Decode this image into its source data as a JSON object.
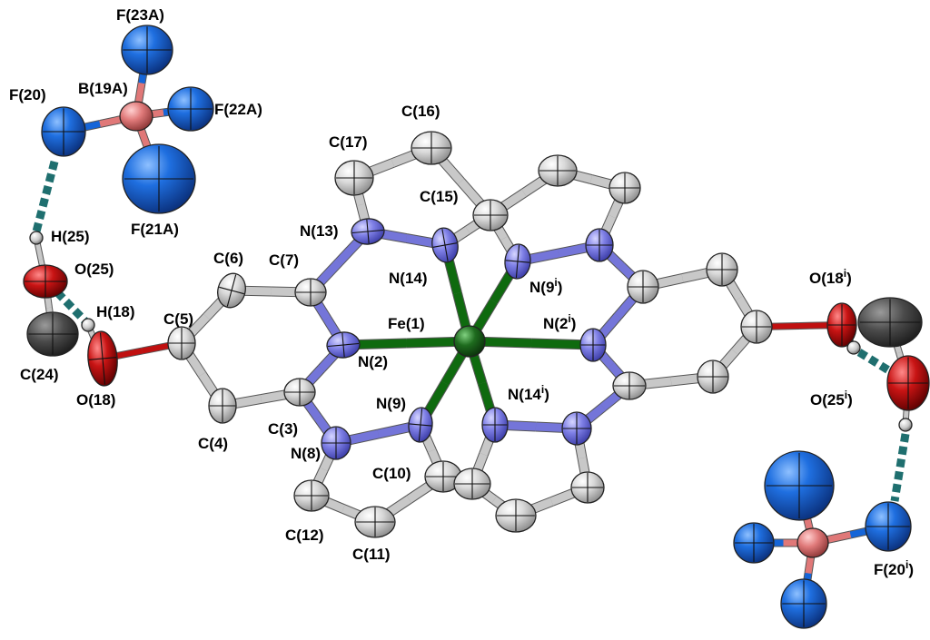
{
  "diagram": {
    "colors": {
      "fe": "#1e6b1e",
      "fe_bond": "#0f6a0f",
      "n": "#6e6fdb",
      "n_bond": "#7475d9",
      "c": "#cfcfcf",
      "c_dark": "#555555",
      "o": "#c01010",
      "h": "#c8c8c8",
      "b": "#e07878",
      "f": "#1565d8",
      "hbond": "#1f6f6f",
      "cb_bond": "#c8c8c8",
      "of_bond": "#c01010"
    },
    "labels": {
      "F23A": "F(23A)",
      "B19A": "B(19A)",
      "F20": "F(20)",
      "F22A": "F(22A)",
      "F21A": "F(21A)",
      "C16": "C(16)",
      "C17": "C(17)",
      "C15": "C(15)",
      "N13": "N(13)",
      "N14": "N(14)",
      "N9i": "N(9",
      "C6": "C(6)",
      "C7": "C(7)",
      "H25": "H(25)",
      "O25": "O(25)",
      "H18": "H(18)",
      "C5": "C(5)",
      "Fe1": "Fe(1)",
      "N2": "N(2)",
      "N2i": "N(2",
      "C24": "C(24)",
      "O18": "O(18)",
      "O18i": "O(18",
      "O25i": "O(25",
      "N9": "N(9)",
      "N14i": "N(14",
      "C3": "C(3)",
      "C4": "C(4)",
      "N8": "N(8)",
      "C10": "C(10)",
      "C12": "C(12)",
      "C11": "C(11)",
      "F20i": "F(20",
      "sup_i": "i",
      "close_paren": ")"
    }
  }
}
